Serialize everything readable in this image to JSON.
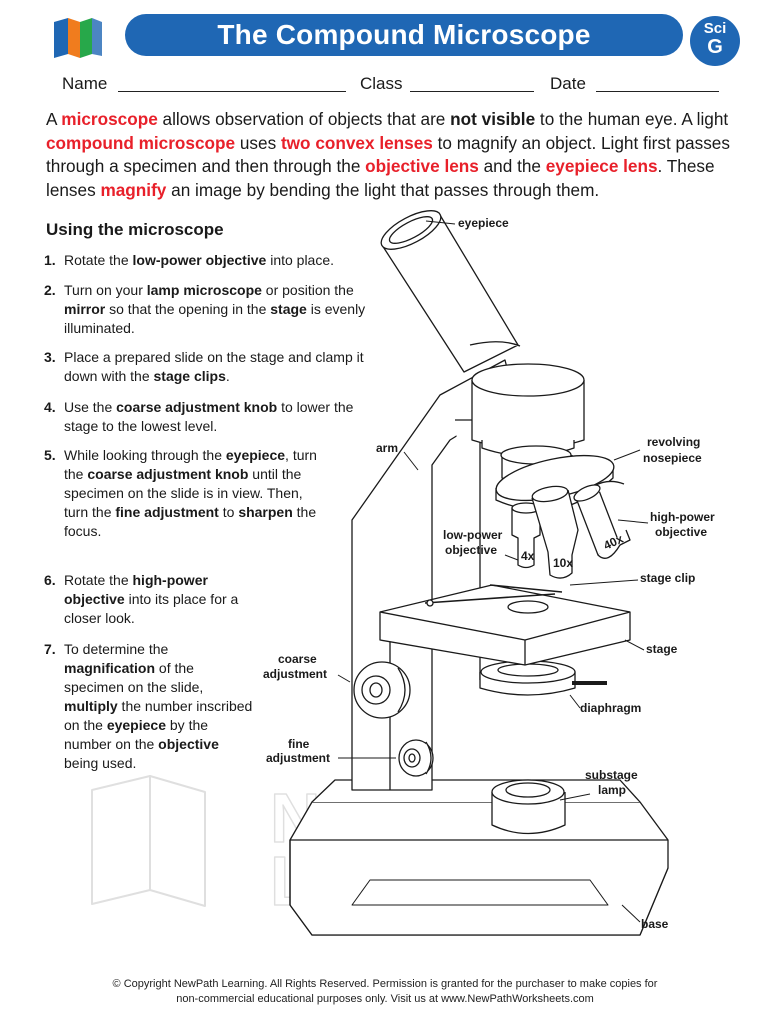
{
  "header": {
    "title": "The Compound Microscope",
    "badge_top": "Sci",
    "badge_bottom": "G"
  },
  "fields": {
    "name_label": "Name",
    "class_label": "Class",
    "date_label": "Date"
  },
  "intro": [
    {
      "t": "A ",
      "s": "plain"
    },
    {
      "t": "microscope",
      "s": "red"
    },
    {
      "t": " allows observation of objects that are ",
      "s": "plain"
    },
    {
      "t": "not visible",
      "s": "bold"
    },
    {
      "t": " to the human eye. A light ",
      "s": "plain"
    },
    {
      "t": "compound microscope",
      "s": "red"
    },
    {
      "t": " uses ",
      "s": "plain"
    },
    {
      "t": "two convex lenses",
      "s": "red"
    },
    {
      "t": " to magnify an object. Light first passes through a specimen and then through the ",
      "s": "plain"
    },
    {
      "t": "objective lens",
      "s": "red"
    },
    {
      "t": " and the ",
      "s": "plain"
    },
    {
      "t": "eyepiece lens",
      "s": "red"
    },
    {
      "t": ". These lenses ",
      "s": "plain"
    },
    {
      "t": "magnify",
      "s": "red"
    },
    {
      "t": " an image by bending the light that passes through them.",
      "s": "plain"
    }
  ],
  "steps_heading": "Using the microscope",
  "steps": [
    {
      "num": "1.",
      "parts": [
        {
          "t": "Rotate the ",
          "b": false
        },
        {
          "t": "low-power objective",
          "b": true
        },
        {
          "t": " into place.",
          "b": false
        }
      ]
    },
    {
      "num": "2.",
      "parts": [
        {
          "t": "Turn on your ",
          "b": false
        },
        {
          "t": "lamp microscope",
          "b": true
        },
        {
          "t": " or position the ",
          "b": false
        },
        {
          "t": "mirror",
          "b": true
        },
        {
          "t": " so that the opening in the ",
          "b": false
        },
        {
          "t": "stage",
          "b": true
        },
        {
          "t": " is evenly illuminated.",
          "b": false
        }
      ]
    },
    {
      "num": "3.",
      "parts": [
        {
          "t": "Place a prepared slide on the stage and clamp it down with the ",
          "b": false
        },
        {
          "t": "stage clips",
          "b": true
        },
        {
          "t": ".",
          "b": false
        }
      ]
    },
    {
      "num": "4.",
      "parts": [
        {
          "t": "Use the ",
          "b": false
        },
        {
          "t": "coarse adjustment knob",
          "b": true
        },
        {
          "t": " to lower the stage to the lowest level.",
          "b": false
        }
      ]
    },
    {
      "num": "5.",
      "parts": [
        {
          "t": "While looking through the ",
          "b": false
        },
        {
          "t": "eyepiece",
          "b": true
        },
        {
          "t": ", turn the ",
          "b": false
        },
        {
          "t": "coarse adjustment knob",
          "b": true
        },
        {
          "t": " until the specimen on the slide is in view. Then, turn the ",
          "b": false
        },
        {
          "t": "fine adjustment",
          "b": true
        },
        {
          "t": " to ",
          "b": false
        },
        {
          "t": "sharpen",
          "b": true
        },
        {
          "t": " the focus.",
          "b": false
        }
      ]
    },
    {
      "num": "6.",
      "parts": [
        {
          "t": "Rotate the ",
          "b": false
        },
        {
          "t": "high-power objective",
          "b": true
        },
        {
          "t": " into its place for a closer look.",
          "b": false
        }
      ]
    },
    {
      "num": "7.",
      "parts": [
        {
          "t": "To determine the ",
          "b": false
        },
        {
          "t": "magnification",
          "b": true
        },
        {
          "t": " of the specimen on the slide, ",
          "b": false
        },
        {
          "t": "multiply",
          "b": true
        },
        {
          "t": " the number inscribed on the ",
          "b": false
        },
        {
          "t": "eyepiece",
          "b": true
        },
        {
          "t": " by the number on the ",
          "b": false
        },
        {
          "t": "objective",
          "b": true
        },
        {
          "t": " being used.",
          "b": false
        }
      ]
    }
  ],
  "diagram": {
    "labels": {
      "eyepiece": "eyepiece",
      "arm": "arm",
      "revolving": "revolving",
      "nosepiece": "nosepiece",
      "high_power_1": "high-power",
      "high_power_2": "objective",
      "low_power_1": "low-power",
      "low_power_2": "objective",
      "stage_clip": "stage clip",
      "coarse_1": "coarse",
      "coarse_2": "adjustment",
      "stage": "stage",
      "diaphragm": "diaphragm",
      "fine_1": "fine",
      "fine_2": "adjustment",
      "substage_1": "substage",
      "substage_2": "lamp",
      "base": "base"
    },
    "magnifications": [
      "4x",
      "10x",
      "40x"
    ],
    "watermark_1": "NEWPATH",
    "watermark_2": "LEARNING"
  },
  "footer": {
    "line1": "© Copyright NewPath Learning. All Rights Reserved. Permission is granted for the purchaser to make copies for",
    "line2": "non-commercial educational purposes only. Visit us at www.NewPathWorksheets.com"
  }
}
